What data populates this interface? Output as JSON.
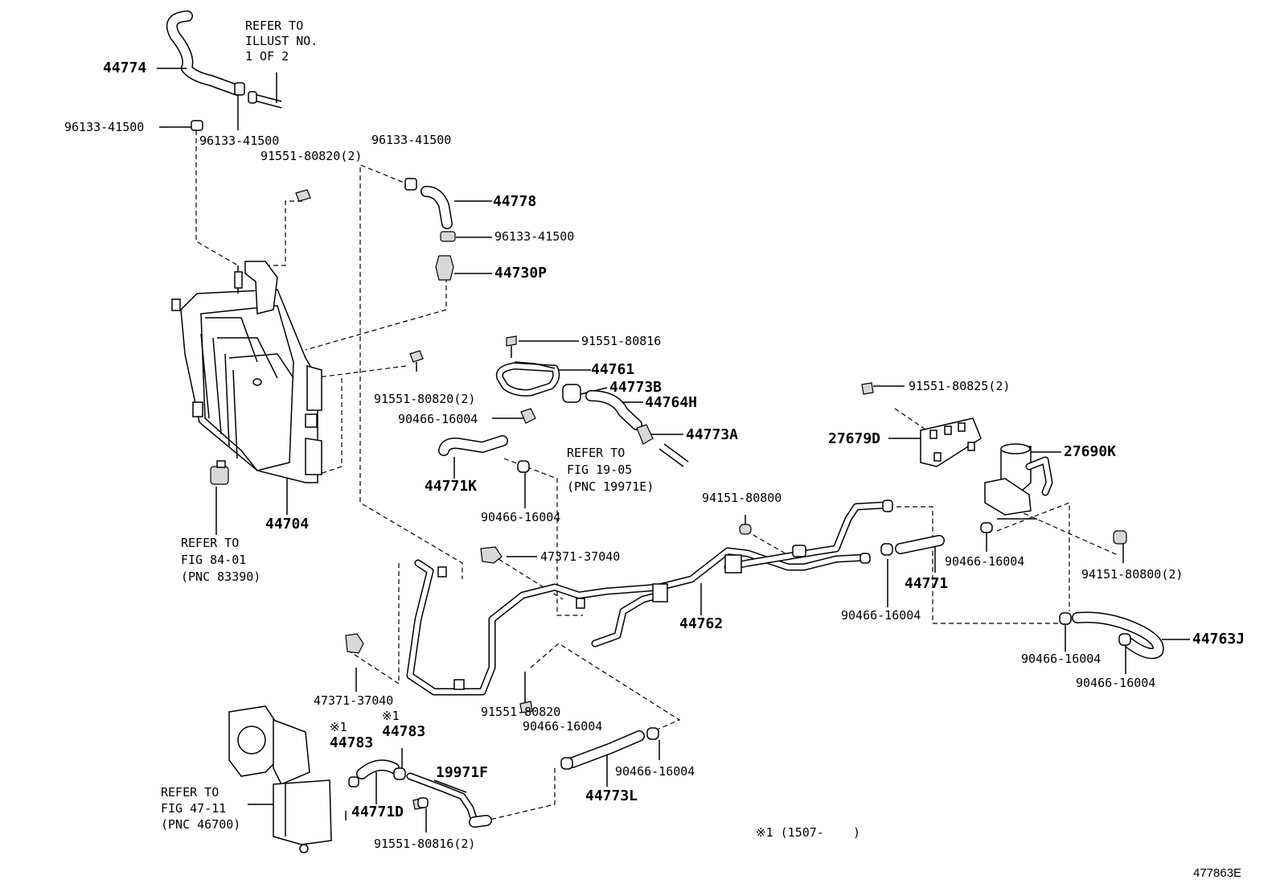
{
  "diagram_id": "477863E",
  "footnote": "※1 (1507-    )",
  "notes": {
    "refer_illust": [
      "REFER TO",
      "ILLUST NO.",
      "1 OF 2"
    ],
    "refer_fig_84": [
      "REFER TO",
      "FIG 84-01",
      "(PNC 83390)"
    ],
    "refer_fig_19": [
      "REFER TO",
      "FIG 19-05",
      "(PNC 19971E)"
    ],
    "refer_fig_47": [
      "REFER TO",
      "FIG 47-11",
      "(PNC 46700)"
    ]
  },
  "labels": {
    "l44774": "44774",
    "l96133_a": "96133-41500",
    "l96133_b": "96133-41500",
    "l91551_80820_2a": "91551-80820(2)",
    "l96133_c": "96133-41500",
    "l44778": "44778",
    "l96133_d": "96133-41500",
    "l44730P": "44730P",
    "l91551_80816": "91551-80816",
    "l44761": "44761",
    "l44773B": "44773B",
    "l44764H": "44764H",
    "l91551_80820_2b": "91551-80820(2)",
    "l90466_a": "90466-16004",
    "l44773A": "44773A",
    "l44771K": "44771K",
    "l90466_b": "90466-16004",
    "l44704": "44704",
    "l91551_80825": "91551-80825(2)",
    "l27679D": "27679D",
    "l27690K": "27690K",
    "l94151_a": "94151-80800",
    "l47371_a": "47371-37040",
    "l90466_c": "90466-16004",
    "l44771": "44771",
    "l94151_b": "94151-80800(2)",
    "l44762": "44762",
    "l90466_d": "90466-16004",
    "l44763J": "44763J",
    "l90466_e": "90466-16004",
    "l90466_f": "90466-16004",
    "l47371_b": "47371-37040",
    "l91551_80820": "91551-80820",
    "l90466_g": "90466-16004",
    "l44783_a": "44783",
    "l44783_b": "44783",
    "mark_a": "※1",
    "mark_b": "※1",
    "l19971F": "19971F",
    "l90466_h": "90466-16004",
    "l44771D": "44771D",
    "l44773L": "44773L",
    "l91551_80816_2": "91551-80816(2)"
  }
}
